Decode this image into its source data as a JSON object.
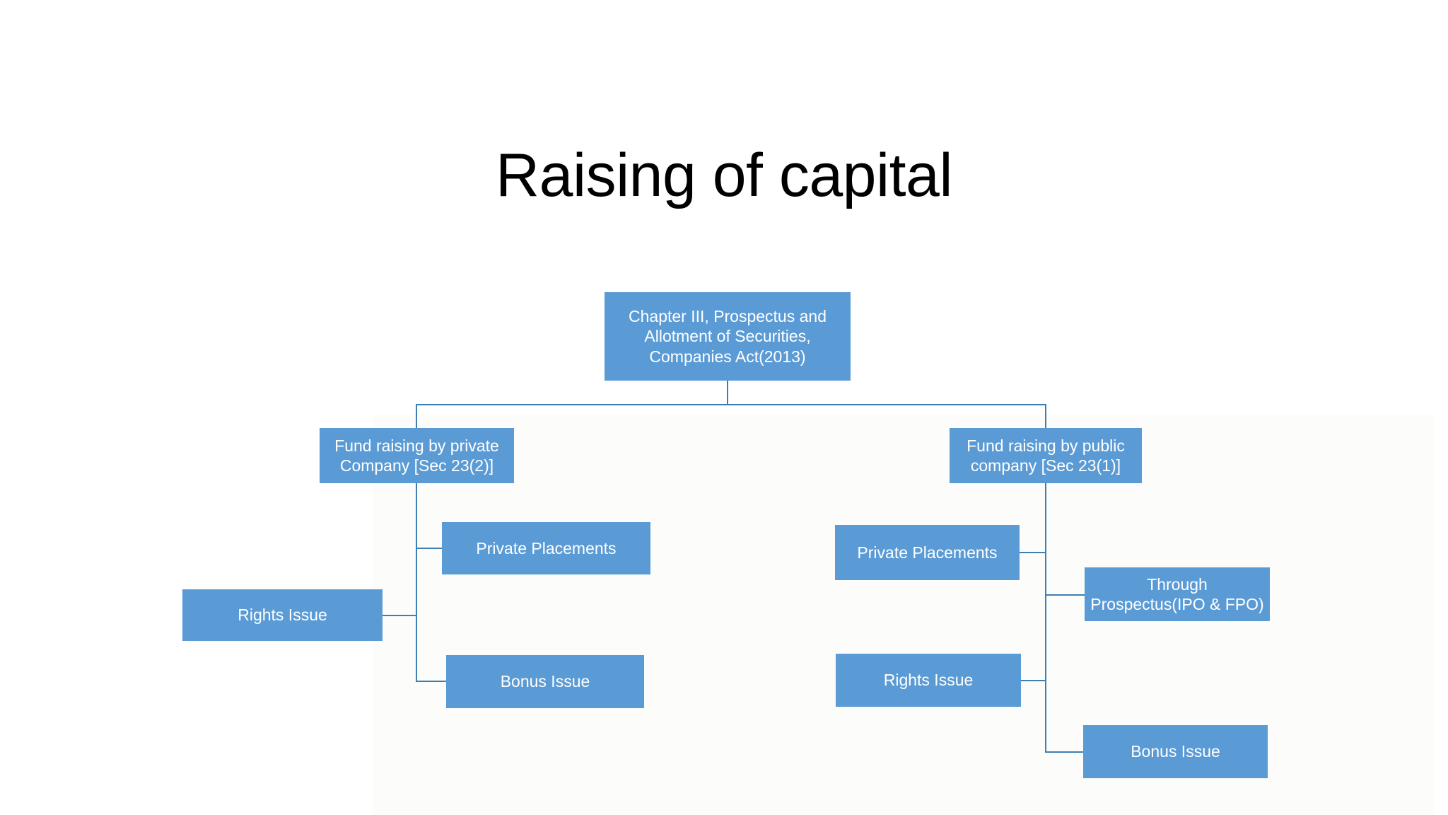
{
  "slide": {
    "title": "Raising of capital",
    "background_color": "#ffffff",
    "panel_color": "#fcfdfb"
  },
  "theme": {
    "node_fill": "#5b9bd5",
    "node_text": "#ffffff",
    "connector_color": "#3d7fb5",
    "title_color": "#000000"
  },
  "diagram": {
    "type": "hierarchy-tree",
    "root": {
      "label": "Chapter III, Prospectus and Allotment of Securities, Companies Act(2013)",
      "lines": [
        "Chapter III, Prospectus and",
        "Allotment of Securities,",
        "Companies Act(2013)"
      ]
    },
    "branches": [
      {
        "id": "private",
        "label": "Fund raising by private Company [Sec 23(2)]",
        "lines": [
          "Fund raising by private",
          "Company [Sec 23(2)]"
        ],
        "children": [
          {
            "id": "l-private-placements",
            "label": "Private Placements"
          },
          {
            "id": "l-rights-issue",
            "label": "Rights Issue"
          },
          {
            "id": "l-bonus-issue",
            "label": "Bonus Issue"
          }
        ]
      },
      {
        "id": "public",
        "label": "Fund raising by public company [Sec 23(1)]",
        "lines": [
          "Fund raising by public",
          "company [Sec 23(1)]"
        ],
        "children": [
          {
            "id": "r-private-placements",
            "label": "Private Placements"
          },
          {
            "id": "r-through-prospectus",
            "label": "Through Prospectus(IPO & FPO)",
            "lines": [
              "Through",
              "Prospectus(IPO & FPO)"
            ]
          },
          {
            "id": "r-rights-issue",
            "label": "Rights Issue"
          },
          {
            "id": "r-bonus-issue",
            "label": "Bonus Issue"
          }
        ]
      }
    ]
  }
}
